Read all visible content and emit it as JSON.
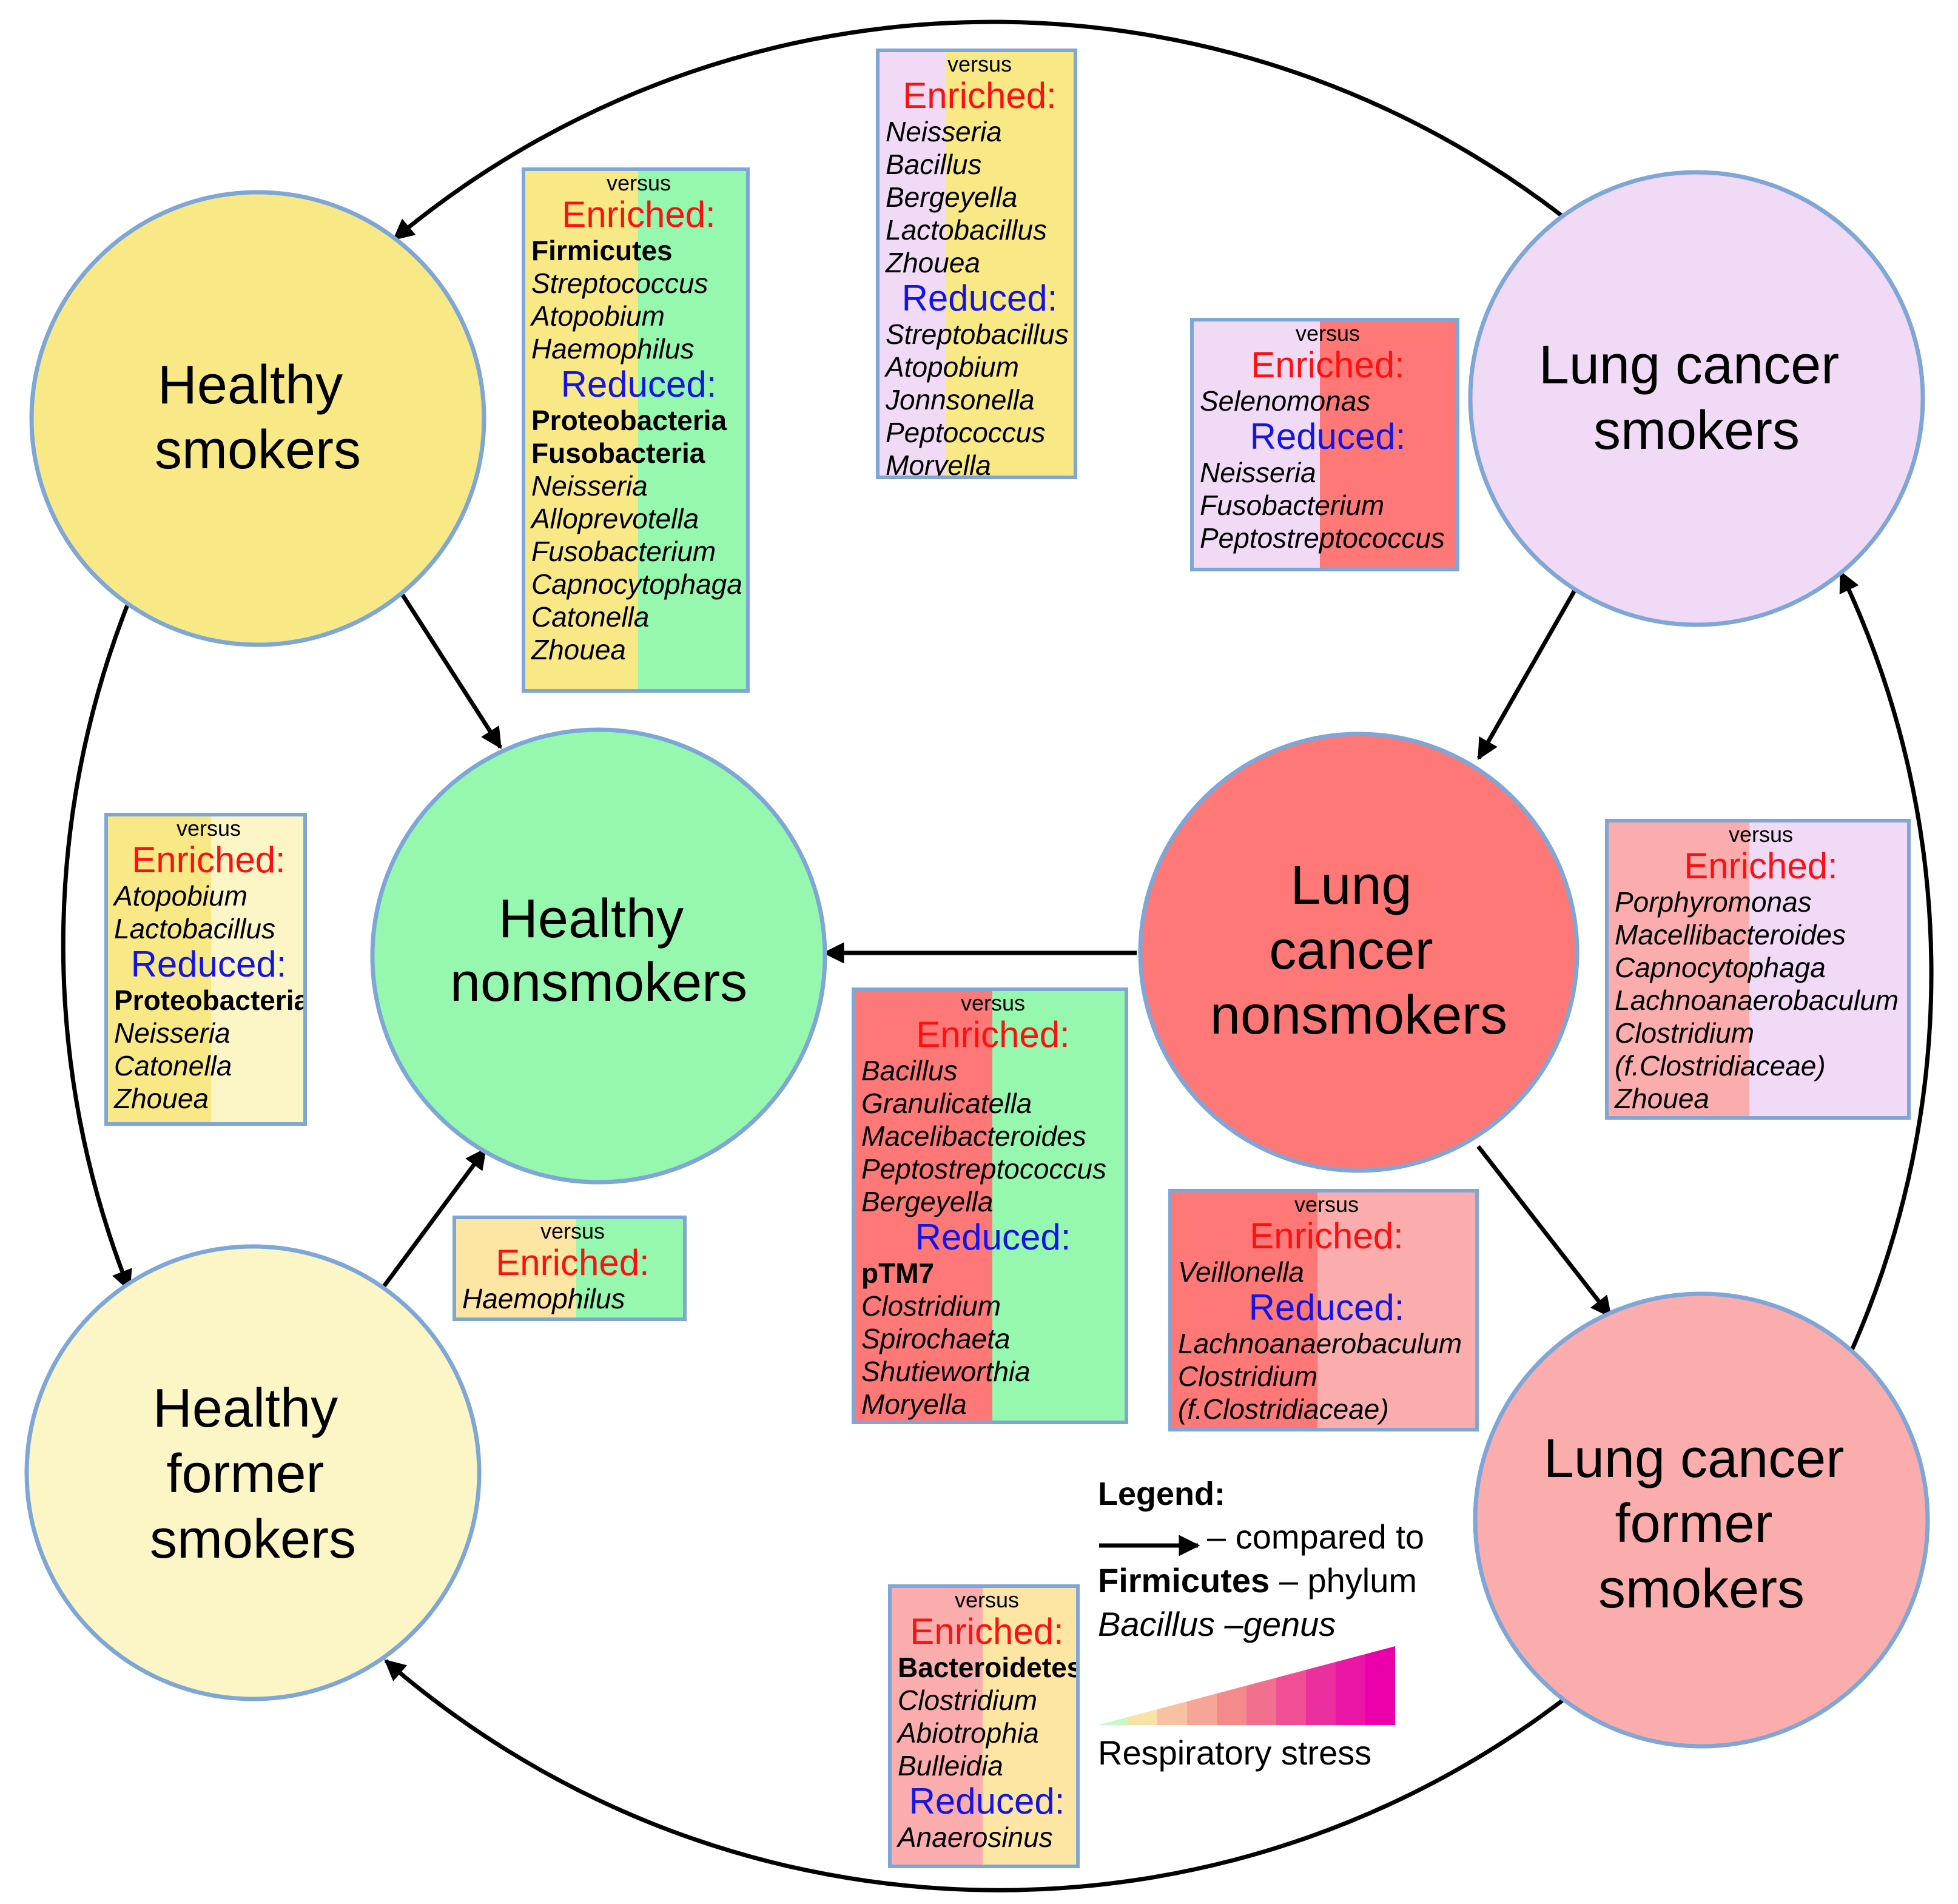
{
  "colors": {
    "healthy_smokers": "#f8e986",
    "healthy_nonsmokers": "#95f8ae",
    "healthy_former_smokers": "#fcf6c6",
    "lung_cancer_smokers": "#f1daf6",
    "lung_cancer_nonsmokers": "#ff7878",
    "lung_cancer_former_smokers": "#fbadad",
    "node_border": "#7ea6d6",
    "enriched_label": "#ff1010",
    "reduced_label": "#1414e6"
  },
  "nodes": {
    "healthy_smokers": [
      "Healthy",
      "smokers"
    ],
    "healthy_nonsmokers": [
      "Healthy",
      "nonsmokers"
    ],
    "healthy_former_smokers": [
      "Healthy",
      "former",
      "smokers"
    ],
    "lung_cancer_smokers": [
      "Lung cancer",
      "smokers"
    ],
    "lung_cancer_nonsmokers": [
      "Lung",
      "cancer",
      "nonsmokers"
    ],
    "lung_cancer_former_smokers": [
      "Lung cancer",
      "former",
      "smokers"
    ]
  },
  "comparisons": {
    "lcs_vs_hs": {
      "versus": "versus",
      "enriched_label": "Enriched:",
      "enriched": [
        {
          "name": "Neisseria",
          "rank": "genus"
        },
        {
          "name": "Bacillus",
          "rank": "genus"
        },
        {
          "name": "Bergeyella",
          "rank": "genus"
        },
        {
          "name": "Lactobacillus",
          "rank": "genus"
        },
        {
          "name": "Zhouea",
          "rank": "genus"
        }
      ],
      "reduced_label": "Reduced:",
      "reduced": [
        {
          "name": "Streptobacillus",
          "rank": "genus"
        },
        {
          "name": "Atopobium",
          "rank": "genus"
        },
        {
          "name": "Jonnsonella",
          "rank": "genus"
        },
        {
          "name": "Peptococcus",
          "rank": "genus"
        },
        {
          "name": "Moryella",
          "rank": "genus"
        }
      ]
    },
    "hs_vs_hn": {
      "versus": "versus",
      "enriched_label": "Enriched:",
      "enriched": [
        {
          "name": "Firmicutes",
          "rank": "phylum"
        },
        {
          "name": "Streptococcus",
          "rank": "genus"
        },
        {
          "name": "Atopobium",
          "rank": "genus"
        },
        {
          "name": "Haemophilus",
          "rank": "genus"
        }
      ],
      "reduced_label": "Reduced:",
      "reduced": [
        {
          "name": "Proteobacteria",
          "rank": "phylum"
        },
        {
          "name": "Fusobacteria",
          "rank": "phylum"
        },
        {
          "name": "Neisseria",
          "rank": "genus"
        },
        {
          "name": "Alloprevotella",
          "rank": "genus"
        },
        {
          "name": "Fusobacterium",
          "rank": "genus"
        },
        {
          "name": "Capnocytophaga",
          "rank": "genus"
        },
        {
          "name": "Catonella",
          "rank": "genus"
        },
        {
          "name": "Zhouea",
          "rank": "genus"
        }
      ]
    },
    "lcs_vs_lcn": {
      "versus": "versus",
      "enriched_label": "Enriched:",
      "enriched": [
        {
          "name": "Selenomonas",
          "rank": "genus"
        }
      ],
      "reduced_label": "Reduced:",
      "reduced": [
        {
          "name": "Neisseria",
          "rank": "genus"
        },
        {
          "name": "Fusobacterium",
          "rank": "genus"
        },
        {
          "name": "Peptostreptococcus",
          "rank": "genus"
        }
      ]
    },
    "hs_vs_hfs": {
      "versus": "versus",
      "enriched_label": "Enriched:",
      "enriched": [
        {
          "name": "Atopobium",
          "rank": "genus"
        },
        {
          "name": "Lactobacillus",
          "rank": "genus"
        }
      ],
      "reduced_label": "Reduced:",
      "reduced": [
        {
          "name": "Proteobacteria",
          "rank": "phylum"
        },
        {
          "name": "Neisseria",
          "rank": "genus"
        },
        {
          "name": "Catonella",
          "rank": "genus"
        },
        {
          "name": "Zhouea",
          "rank": "genus"
        }
      ]
    },
    "lcfs_vs_lcs": {
      "versus": "versus",
      "enriched_label": "Enriched:",
      "enriched": [
        {
          "name": "Porphyromonas",
          "rank": "genus"
        },
        {
          "name": "Macellibacteroides",
          "rank": "genus"
        },
        {
          "name": "Capnocytophaga",
          "rank": "genus"
        },
        {
          "name": "Lachnoanaerobaculum",
          "rank": "genus"
        },
        {
          "name": "Clostridium",
          "rank": "genus"
        },
        {
          "name": "(f.Clostridiaceae)",
          "rank": "genus"
        },
        {
          "name": "Zhouea",
          "rank": "genus"
        }
      ]
    },
    "lcn_vs_hn": {
      "versus": "versus",
      "enriched_label": "Enriched:",
      "enriched": [
        {
          "name": "Bacillus",
          "rank": "genus"
        },
        {
          "name": "Granulicatella",
          "rank": "genus"
        },
        {
          "name": "Macelibacteroides",
          "rank": "genus"
        },
        {
          "name": "Peptostreptococcus",
          "rank": "genus"
        },
        {
          "name": "Bergeyella",
          "rank": "genus"
        }
      ],
      "reduced_label": "Reduced:",
      "reduced": [
        {
          "name": "pTM7",
          "rank": "phylum"
        },
        {
          "name": "Clostridium",
          "rank": "genus"
        },
        {
          "name": "Spirochaeta",
          "rank": "genus"
        },
        {
          "name": "Shutieworthia",
          "rank": "genus"
        },
        {
          "name": "Moryella",
          "rank": "genus"
        }
      ]
    },
    "hfs_vs_hn": {
      "versus": "versus",
      "enriched_label": "Enriched:",
      "enriched": [
        {
          "name": "Haemophilus",
          "rank": "genus"
        }
      ]
    },
    "lcn_vs_lcfs": {
      "versus": "versus",
      "enriched_label": "Enriched:",
      "enriched": [
        {
          "name": "Veillonella",
          "rank": "genus"
        }
      ],
      "reduced_label": "Reduced:",
      "reduced": [
        {
          "name": "Lachnoanaerobaculum",
          "rank": "genus"
        },
        {
          "name": "Clostridium",
          "rank": "genus"
        },
        {
          "name": "(f.Clostridiaceae)",
          "rank": "genus"
        }
      ]
    },
    "lcfs_vs_hfs": {
      "versus": "versus",
      "enriched_label": "Enriched:",
      "enriched": [
        {
          "name": "Bacteroidetes",
          "rank": "phylum"
        },
        {
          "name": "Clostridium",
          "rank": "genus"
        },
        {
          "name": "Abiotrophia",
          "rank": "genus"
        },
        {
          "name": "Bulleidia",
          "rank": "genus"
        }
      ],
      "reduced_label": "Reduced:",
      "reduced": [
        {
          "name": "Anaerosinus",
          "rank": "genus"
        }
      ]
    }
  },
  "legend": {
    "title": "Legend:",
    "arrow_text": "– compared to",
    "phylum_example": "Firmicutes",
    "phylum_text": "– phylum",
    "genus_example": "Bacillus",
    "genus_text": "–genus",
    "gradient_label": "Respiratory stress",
    "gradient_colors": [
      "#c8f7c8",
      "#f9e2a6",
      "#f8c1a4",
      "#f7a596",
      "#f48a8a",
      "#f36f8e",
      "#f04f95",
      "#ec2f9e",
      "#ea17a6",
      "#e900aa"
    ]
  }
}
